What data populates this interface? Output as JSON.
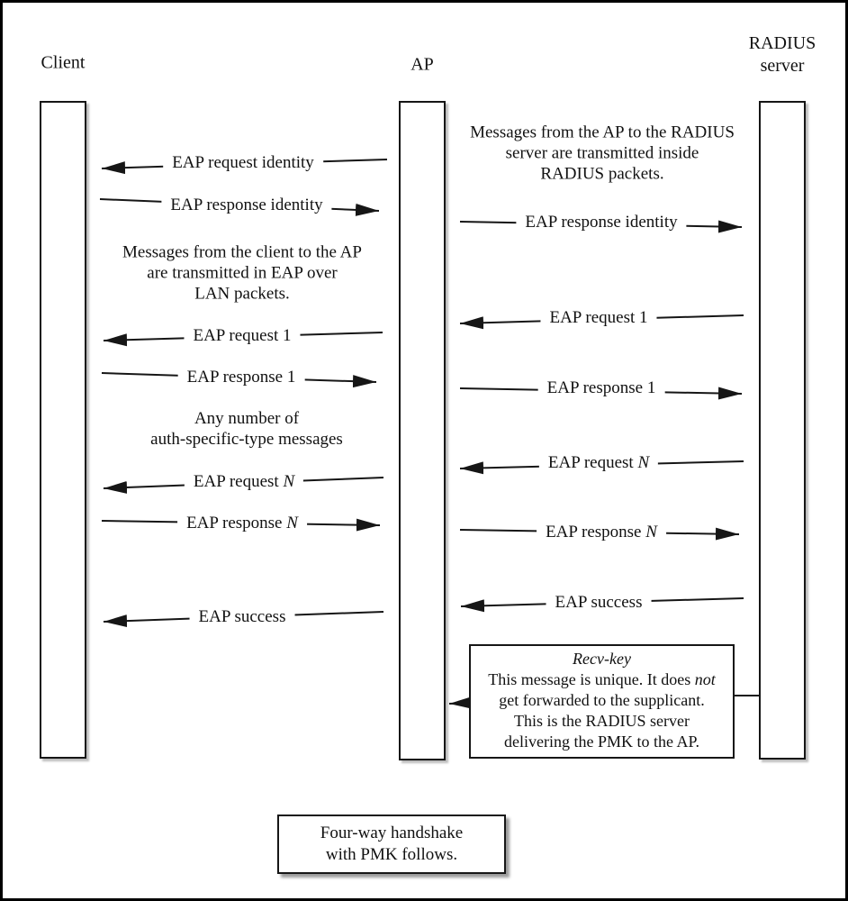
{
  "colors": {
    "ink": "#111111",
    "paper": "#ffffff"
  },
  "lifelines": [
    {
      "id": "client",
      "label": "Client"
    },
    {
      "id": "ap",
      "label": "AP"
    },
    {
      "id": "radius",
      "label_line1": "RADIUS",
      "label_line2": "server"
    }
  ],
  "client_ap": {
    "note_transport": {
      "lines": [
        "Messages from the client to the AP",
        "are transmitted in EAP over",
        "LAN packets."
      ]
    },
    "note_any_number": {
      "lines": [
        "Any number of",
        "auth-specific-type messages"
      ]
    },
    "messages": [
      {
        "label": "EAP request identity",
        "direction": "to-client"
      },
      {
        "label": "EAP response identity",
        "direction": "to-ap"
      },
      {
        "label": "EAP request 1",
        "direction": "to-client"
      },
      {
        "label": "EAP response 1",
        "direction": "to-ap"
      },
      {
        "label_pre": "EAP request ",
        "label_var": "N",
        "direction": "to-client"
      },
      {
        "label_pre": "EAP response ",
        "label_var": "N",
        "direction": "to-ap"
      },
      {
        "label": "EAP success",
        "direction": "to-client"
      }
    ]
  },
  "ap_radius": {
    "note_transport": {
      "lines": [
        "Messages from the AP to the RADIUS",
        "server are transmitted inside",
        "RADIUS packets."
      ]
    },
    "messages": [
      {
        "label": "EAP response identity",
        "direction": "to-radius"
      },
      {
        "label": "EAP request 1",
        "direction": "to-ap"
      },
      {
        "label": "EAP response 1",
        "direction": "to-radius"
      },
      {
        "label_pre": "EAP request ",
        "label_var": "N",
        "direction": "to-ap"
      },
      {
        "label_pre": "EAP response ",
        "label_var": "N",
        "direction": "to-radius"
      },
      {
        "label": "EAP success",
        "direction": "to-ap"
      }
    ],
    "recv_key": {
      "title": "Recv-key",
      "line1_pre": "This message is unique. It does ",
      "line1_em": "not",
      "lines_rest": [
        "get forwarded to the supplicant.",
        "This is the RADIUS server",
        "delivering the PMK to the AP."
      ],
      "direction": "to-ap"
    }
  },
  "footer_box": {
    "lines": [
      "Four-way handshake",
      "with PMK follows."
    ]
  }
}
